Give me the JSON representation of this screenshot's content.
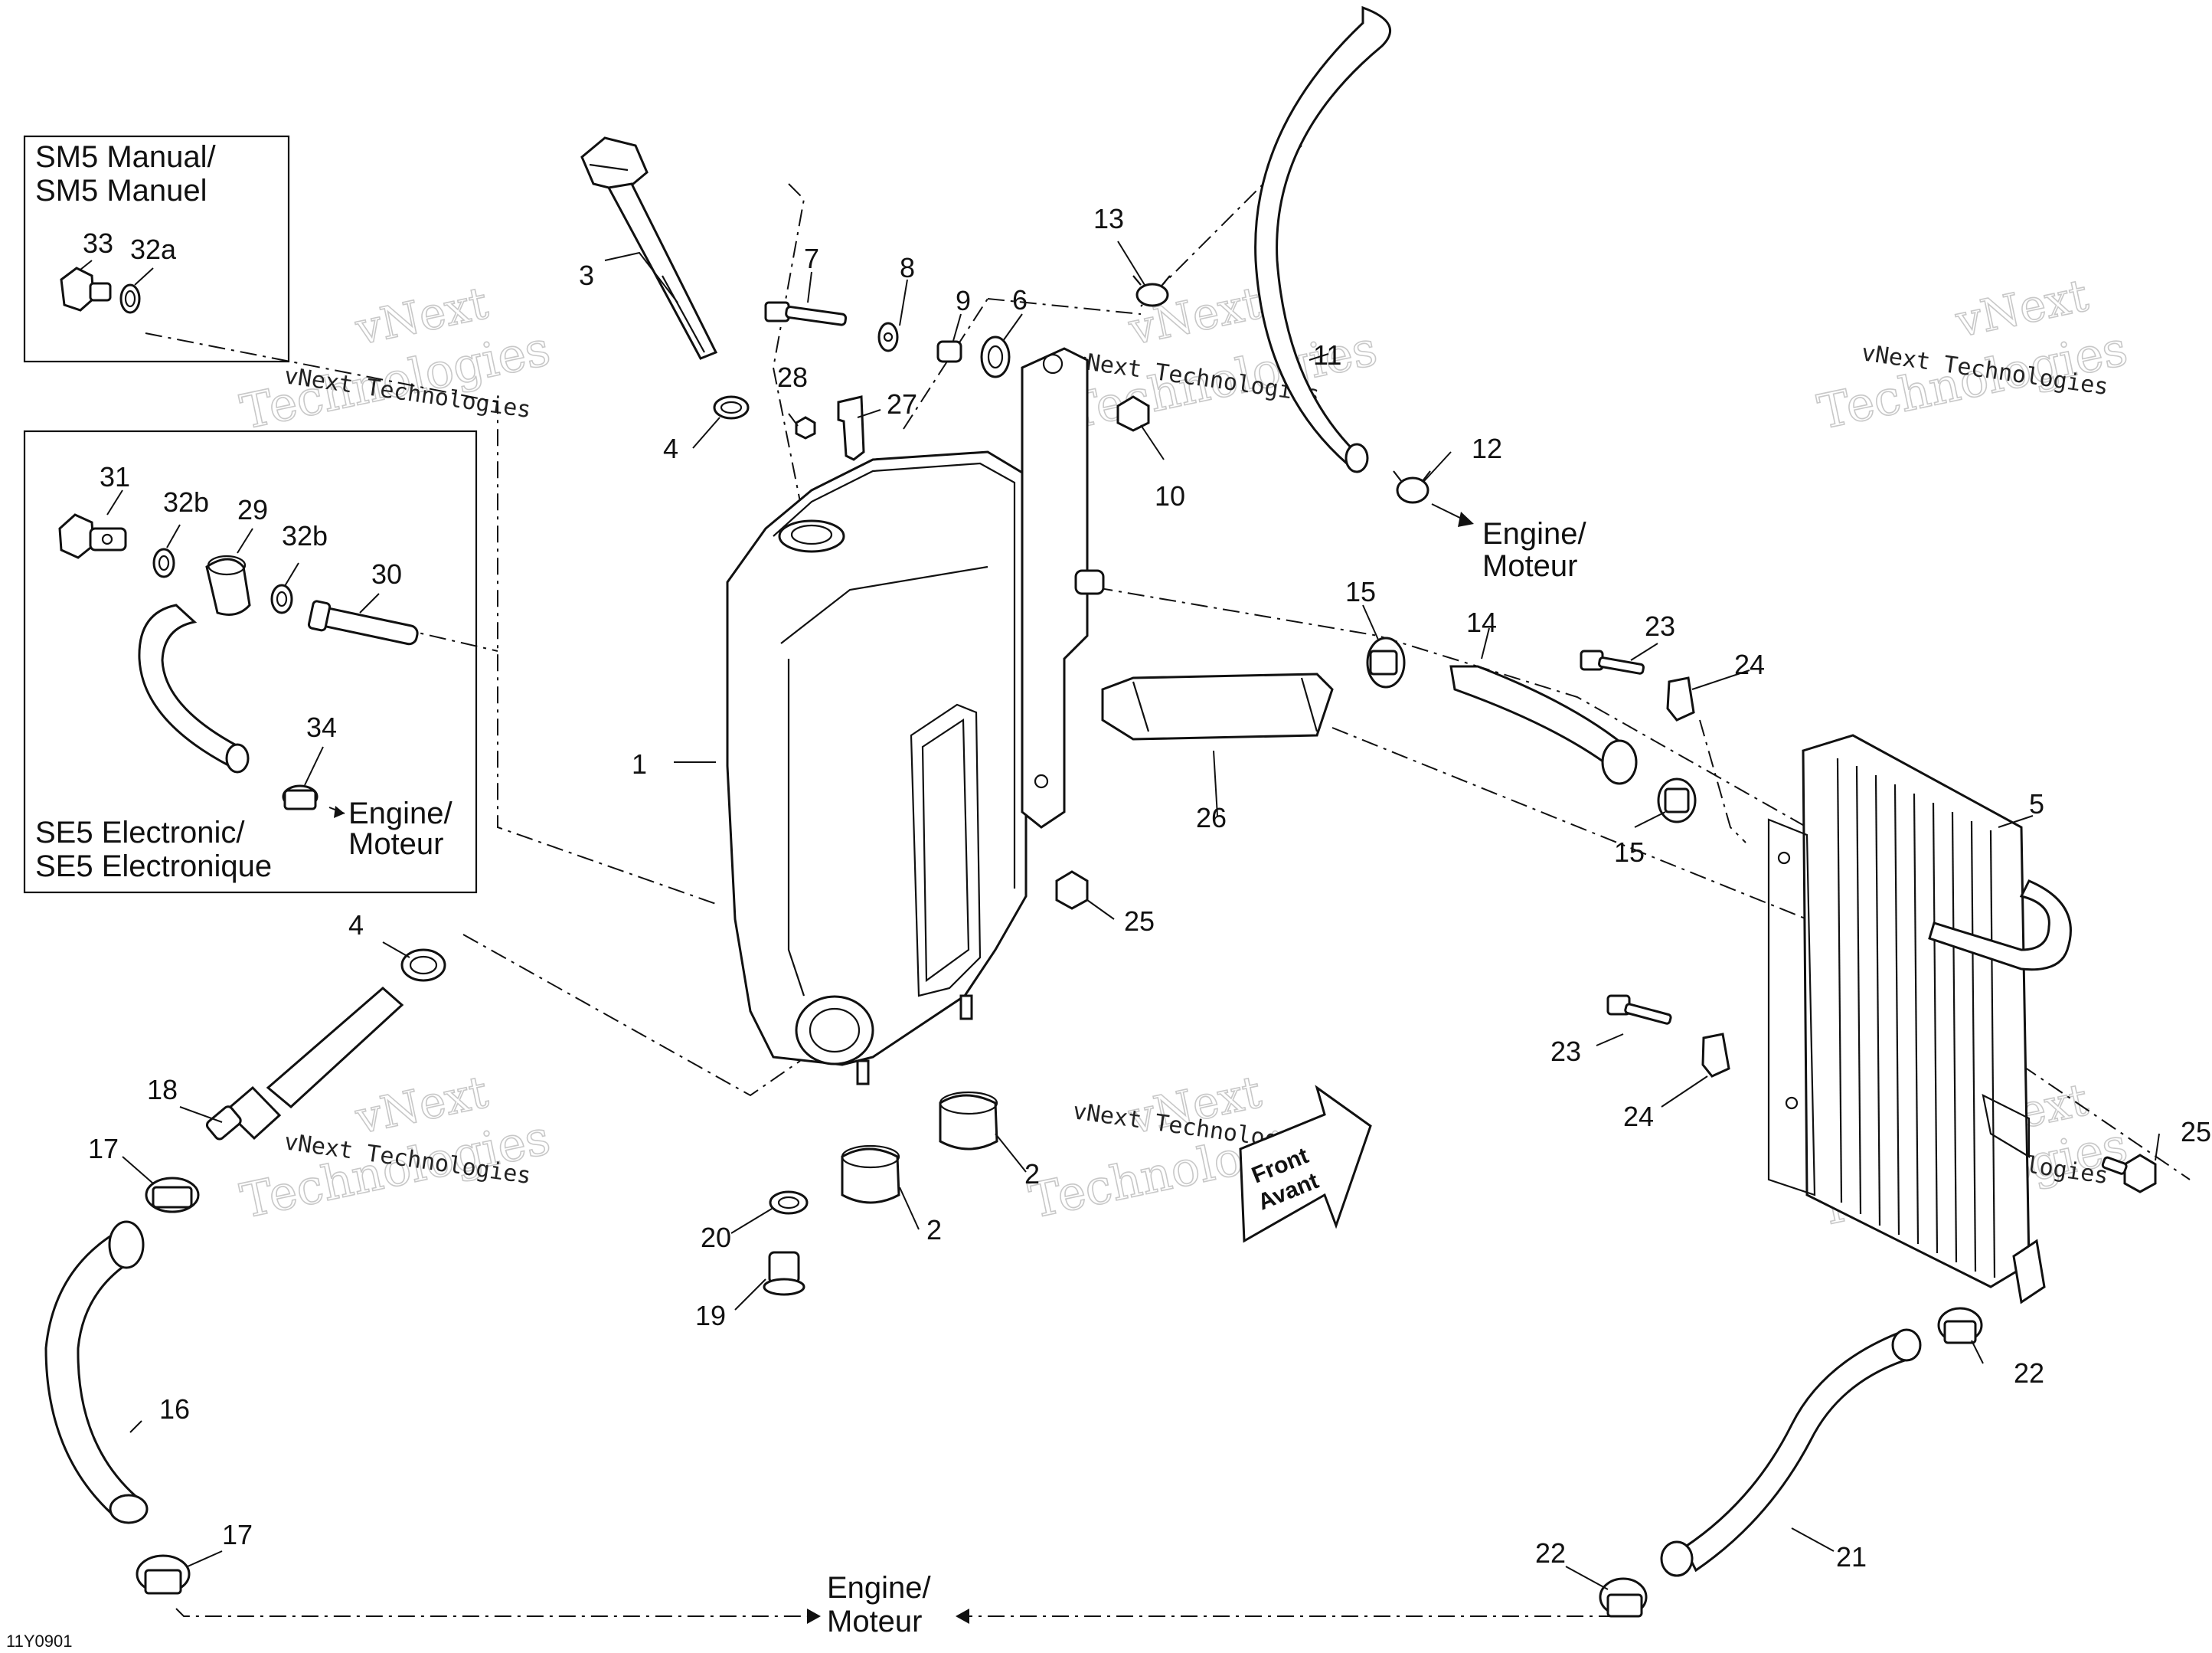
{
  "insets": {
    "manual": {
      "title_line1": "SM5 Manual/",
      "title_line2": "SM5 Manuel"
    },
    "electronic": {
      "title_line1": "SE5 Electronic/",
      "title_line2": "SE5 Electronique"
    }
  },
  "engine_label": {
    "line1": "Engine/",
    "line2": "Moteur"
  },
  "front_label": {
    "line1": "Front",
    "line2": "Avant"
  },
  "watermark": {
    "line1": "vNext",
    "line2": "Technologies",
    "small": "vNext Technologies"
  },
  "drawing_code": "11Y0901",
  "callouts": {
    "c1": "1",
    "c2a": "2",
    "c2b": "2",
    "c3": "3",
    "c4a": "4",
    "c4b": "4",
    "c5": "5",
    "c6": "6",
    "c7": "7",
    "c8": "8",
    "c9": "9",
    "c10": "10",
    "c11": "11",
    "c12": "12",
    "c13": "13",
    "c14": "14",
    "c15a": "15",
    "c15b": "15",
    "c16": "16",
    "c17a": "17",
    "c17b": "17",
    "c18": "18",
    "c19": "19",
    "c20": "20",
    "c21": "21",
    "c22a": "22",
    "c22b": "22",
    "c23a": "23",
    "c23b": "23",
    "c24a": "24",
    "c24b": "24",
    "c25a": "25",
    "c25b": "25",
    "c26": "26",
    "c27": "27",
    "c28": "28",
    "c29": "29",
    "c30": "30",
    "c31": "31",
    "c32a": "32a",
    "c32b1": "32b",
    "c32b2": "32b",
    "c33": "33",
    "c34": "34"
  }
}
